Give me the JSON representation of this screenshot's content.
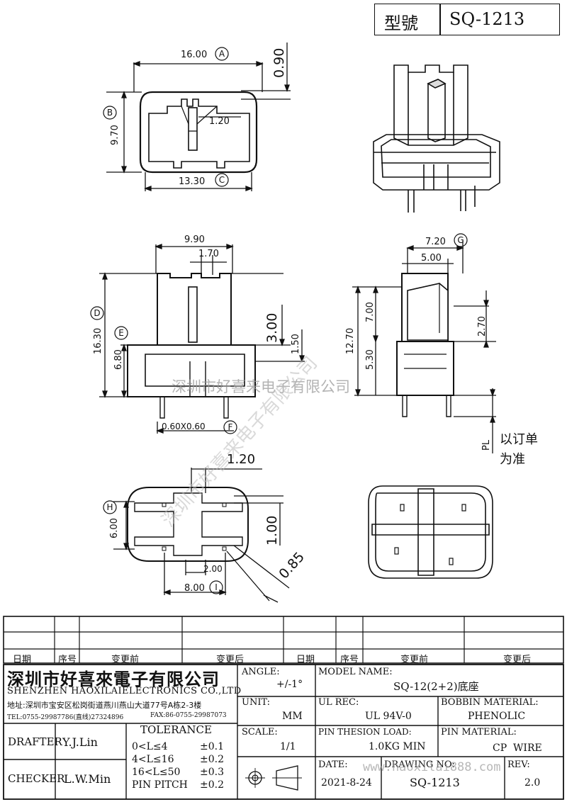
{
  "header": {
    "model_label": "型號",
    "model_value": "SQ-1213"
  },
  "dimensions": {
    "d_16_00": "16.00",
    "d_0_90": "0.90",
    "d_9_70": "9.70",
    "d_1_20_top": "1.20",
    "d_13_30": "13.30",
    "d_9_90": "9.90",
    "d_1_70": "1.70",
    "d_16_30": "16.30",
    "d_6_80": "6.80",
    "d_3_00": "3.00",
    "d_1_50": "1.50",
    "d_0_60x0_60": "0.60X0.60",
    "d_7_20": "7.20",
    "d_5_00": "5.00",
    "d_7_00": "7.00",
    "d_12_70": "12.70",
    "d_2_70": "2.70",
    "d_5_30": "5.30",
    "pl": "PL",
    "pl_note_1": "以订单",
    "pl_note_2": "为准",
    "d_1_20_bottom": "1.20",
    "d_6_00": "6.00",
    "d_1_00": "1.00",
    "d_0_85": "0.85",
    "d_2_00": "2.00",
    "d_8_00": "8.00"
  },
  "markers": [
    "A",
    "B",
    "C",
    "D",
    "E",
    "F",
    "G",
    "H",
    "I"
  ],
  "watermark": "深圳市好喜来电子有限公司",
  "revision_table": {
    "headers": [
      "日期",
      "序号",
      "变更前",
      "变更后",
      "日期",
      "序号",
      "变更前",
      "变更后"
    ]
  },
  "title_block": {
    "company_cn": "深圳市好喜來電子有限公司",
    "company_en": "SHENZHEN HAOXILAIELECTRONICS CO.,LTD",
    "address": "地址:深圳市宝安区松岗街道燕川燕山大道77号A栋2-3楼",
    "tel": "TEL:0755-29987786(直线)27324896",
    "fax": "FAX:86-0755-29987073",
    "drafter_label": "DRAFTER",
    "drafter_value": "Y.J.Lin",
    "checker_label": "CHECKER",
    "checker_value": "L.W.Min",
    "tolerance_label": "TOLERANCE",
    "tol_rows": [
      {
        "range": "0<L≤4",
        "value": "±0.1"
      },
      {
        "range": "4<L≤16",
        "value": "±0.2"
      },
      {
        "range": "16<L≤50",
        "value": "±0.3"
      },
      {
        "range": "PIN PITCH",
        "value": "±0.2"
      }
    ],
    "angle_label": "ANGLE:",
    "angle_value": "+/-1°",
    "unit_label": "UNIT:",
    "unit_value": "MM",
    "scale_label": "SCALE:",
    "scale_value": "1/1",
    "model_name_label": "MODEL NAME:",
    "model_name_value": "SQ-12(2+2)底座",
    "ul_rec_label": "UL REC:",
    "ul_rec_value": "UL 94V-0",
    "bobbin_material_label": "BOBBIN MATERIAL:",
    "bobbin_material_value": "PHENOLIC",
    "pin_tension_label": "PIN THESION LOAD:",
    "pin_tension_value": "1.0KG MIN",
    "pin_material_label": "PIN MATERIAL:",
    "pin_material_value": "CP  WIRE",
    "date_label": "DATE:",
    "date_value": "2021-8-24",
    "drawing_no_label": "DRAWING NO:",
    "drawing_no_value": "SQ-1213",
    "rev_label": "REV:",
    "rev_value": "2.0",
    "website": "www.haoxilai888.com"
  }
}
